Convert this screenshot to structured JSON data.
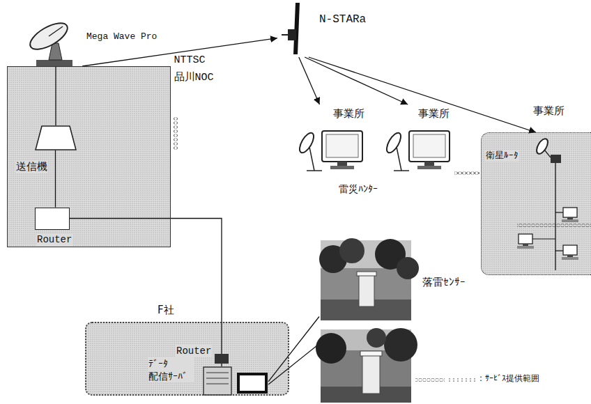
{
  "diagram": {
    "nodes": [
      {
        "text": [
          "NTTSC 品川NOC"
        ]
      },
      {
        "text": [
          "送信機"
        ],
        "in": 0
      },
      {
        "text": [
          "Router"
        ],
        "in": 0
      },
      {
        "text": [
          "N-STARa"
        ]
      },
      {
        "text": [
          "事業所"
        ]
      },
      {
        "text": [
          "事業所"
        ]
      },
      {
        "text": [
          "事業所"
        ]
      },
      {
        "text": [
          "F社"
        ]
      },
      {
        "text": [
          "Router"
        ],
        "in": 7
      },
      {
        "text": [
          "ﾃﾞｰﾀ 配信ｻｰﾊﾞ"
        ],
        "in": 7
      },
      {
        "text": [
          "落雷ｾﾝｻｰ"
        ]
      }
    ],
    "edges": [
      {
        "from": 0,
        "to": 3,
        "arrow": "to",
        "label": "Mega Wave Pro"
      },
      {
        "from": 3,
        "to": 4,
        "arrow": "to"
      },
      {
        "from": 3,
        "to": 5,
        "arrow": "to"
      },
      {
        "from": 3,
        "to": 6,
        "arrow": "to"
      },
      {
        "from": 1,
        "to": 2,
        "arrow": "none"
      },
      {
        "from": 2,
        "to": 8,
        "arrow": "none"
      },
      {
        "from": 8,
        "to": 9,
        "arrow": "none"
      },
      {
        "from": 9,
        "to": 10,
        "arrow": "none"
      }
    ],
    "labels": [
      "雷災ﾊﾝﾀｰ",
      "衛星ﾙｰﾀ"
    ],
    "legend": [
      {
        "text": ": ｻｰﾋﾞｽ提供範囲"
      }
    ]
  }
}
